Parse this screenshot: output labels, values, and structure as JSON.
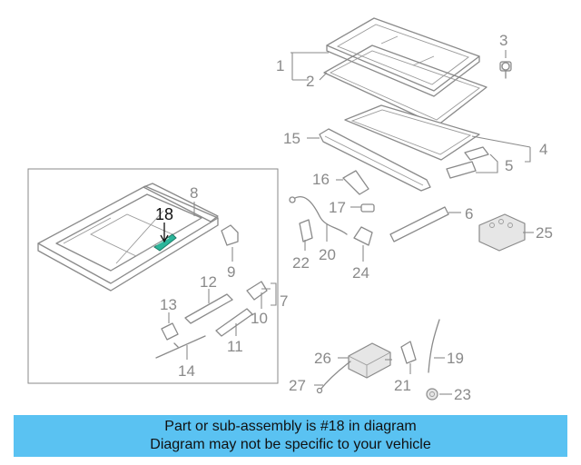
{
  "diagram": {
    "callouts": {
      "c1": "1",
      "c2": "2",
      "c3": "3",
      "c4": "4",
      "c5": "5",
      "c6": "6",
      "c7": "7",
      "c8": "8",
      "c9": "9",
      "c10": "10",
      "c11": "11",
      "c12": "12",
      "c13": "13",
      "c14": "14",
      "c15": "15",
      "c16": "16",
      "c17": "17",
      "c18": "18",
      "c19": "19",
      "c20": "20",
      "c21": "21",
      "c22": "22",
      "c23": "23",
      "c24": "24",
      "c25": "25",
      "c26": "26",
      "c27": "27"
    },
    "highlighted_part": "18",
    "highlight_color": "#2bb59a"
  },
  "banner": {
    "line1": "Part or sub-assembly is #18 in diagram",
    "line2": "Diagram may not be specific to your vehicle",
    "color": "#5ac2f2"
  }
}
